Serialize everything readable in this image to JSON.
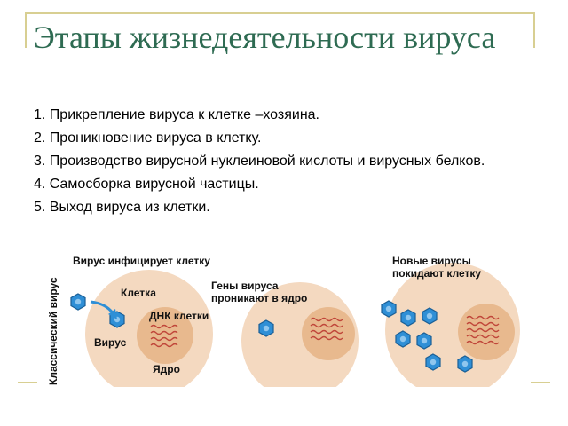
{
  "title": "Этапы жизнедеятельности вируса",
  "steps": [
    "1. Прикрепление вируса к клетке –хозяина.",
    "2. Проникновение вируса в клетку.",
    "3. Производство вирусной нуклеиновой кислоты и вирусных белков.",
    "4. Самосборка вирусной частицы.",
    "5. Выход вируса из клетки."
  ],
  "diagram": {
    "vertical_label": "Классический вирус",
    "stage1_caption": "Вирус инфицирует клетку",
    "cell_label": "Клетка",
    "dna_label": "ДНК клетки",
    "virus_label": "Вирус",
    "nucleus_label": "Ядро",
    "stage2_caption_line1": "Гены вируса",
    "stage2_caption_line2": "проникают в ядро",
    "stage3_caption_line1": "Новые вирусы",
    "stage3_caption_line2": "покидают клетку"
  },
  "colors": {
    "title": "#2e6b52",
    "cell": "#f4d9c0",
    "nucleus": "#e8b98e",
    "virus": "#2f8fd6",
    "dna": "#c0463a",
    "frame": "#d8cf92"
  }
}
